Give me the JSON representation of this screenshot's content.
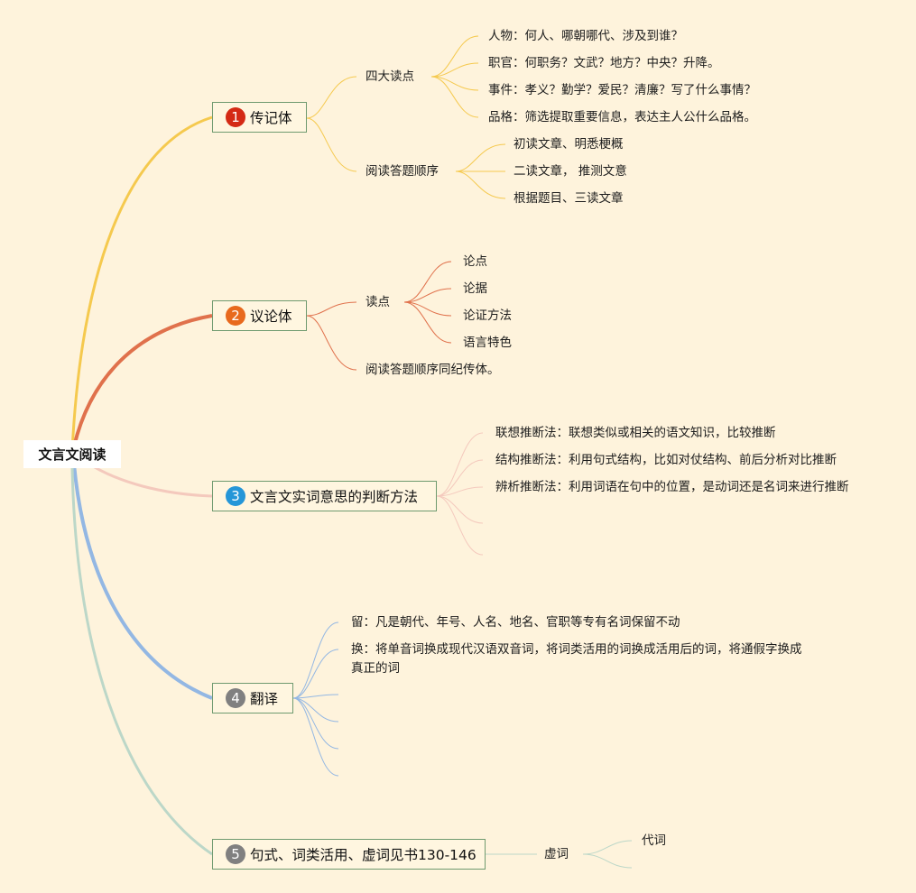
{
  "root": {
    "label": "文言文阅读"
  },
  "branches": [
    {
      "num": "1",
      "label": "传记体",
      "color": "#f5c94e",
      "badge_color": "#d42a15",
      "subs": [
        {
          "label": "四大读点",
          "items": [
            "人物：何人、哪朝哪代、涉及到谁？",
            "职官：何职务？文武？地方？中央？升降。",
            "事件：孝义？勤学？爱民？清廉？写了什么事情？",
            "品格：筛选提取重要信息，表达主人公什么品格。"
          ]
        },
        {
          "label": "阅读答题顺序",
          "items": [
            "初读文章、明悉梗概",
            "二读文章， 推测文意",
            "根据题目、三读文章"
          ]
        }
      ]
    },
    {
      "num": "2",
      "label": "议论体",
      "color": "#e0714c",
      "badge_color": "#e8691d",
      "subs": [
        {
          "label": "读点",
          "items": [
            "论点",
            "论据",
            "论证方法",
            "语言特色"
          ]
        },
        {
          "label": "阅读答题顺序同纪传体。",
          "items": []
        }
      ]
    },
    {
      "num": "3",
      "label": "文言文实词意思的判断方法",
      "color": "#f4c9bd",
      "badge_color": "#2596d8",
      "items": [
        "联想推断法：联想类似或相关的语文知识，比较推断",
        "结构推断法：利用句式结构，比如对仗结构、前后分析对比推断",
        "辨析推断法：利用词语在句中的位置，是动词还是名词来进行推断"
      ]
    },
    {
      "num": "4",
      "label": "翻译",
      "color": "#93b7e3",
      "badge_color": "#808080",
      "items": [
        "留：凡是朝代、年号、人名、地名、官职等专有名词保留不动",
        "换：将单音词换成现代汉语双音词，将词类活用的词换成活用后的词，将通假字换成真正的词"
      ]
    },
    {
      "num": "5",
      "label": "句式、词类活用、虚词见书130-146",
      "color": "#bcd7c8",
      "badge_color": "#808080",
      "subs": [
        {
          "label": "虚词",
          "items": [
            "代词"
          ]
        }
      ]
    }
  ]
}
